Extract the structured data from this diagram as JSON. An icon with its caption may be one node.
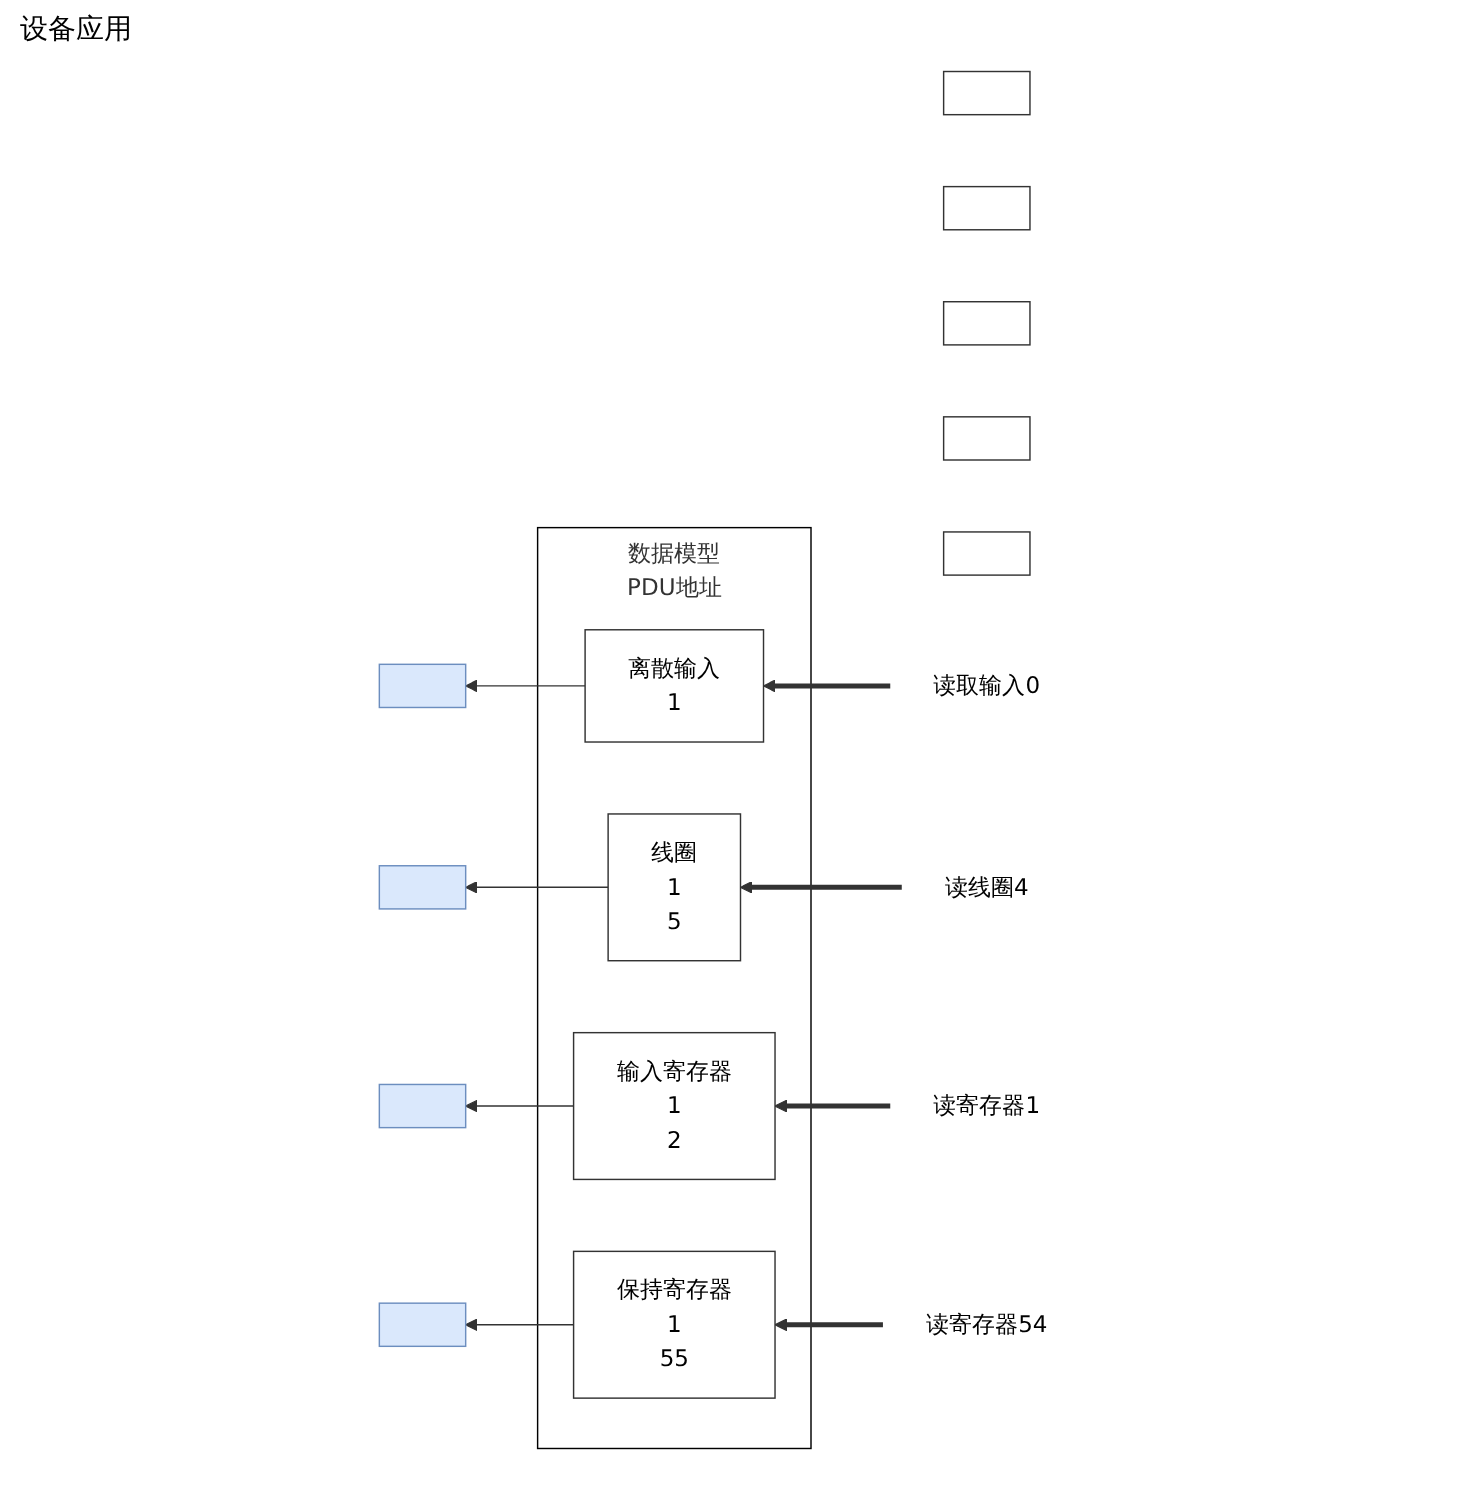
{
  "diagram": {
    "nodes": [
      {
        "text": [],
        "shape": "box"
      },
      {
        "text": [],
        "shape": "box"
      },
      {
        "text": [],
        "shape": "box"
      },
      {
        "text": [],
        "shape": "box"
      },
      {
        "text": [],
        "shape": "box"
      },
      {
        "text": [],
        "shape": "box"
      },
      {
        "text": [],
        "shape": "box"
      },
      {
        "text": [],
        "shape": "box"
      },
      {
        "text": [],
        "shape": "box"
      },
      {
        "text": [
          "数据模型",
          "PDU地址"
        ]
      },
      {
        "text": [
          "离散输入",
          "1"
        ],
        "in": 9
      },
      {
        "text": [
          "线圈",
          "1",
          "5"
        ],
        "in": 9
      },
      {
        "text": [
          "输入寄存器",
          "1",
          "2"
        ],
        "in": 9
      },
      {
        "text": [
          "保持寄存器",
          "1",
          "55"
        ],
        "in": 9
      },
      {
        "text": [
          "读取输入0"
        ]
      },
      {
        "text": [
          "读线圈4"
        ]
      },
      {
        "text": [
          "读寄存器1"
        ]
      },
      {
        "text": [
          "读寄存器54"
        ]
      }
    ],
    "edges": [
      {
        "from": 10,
        "to": 1,
        "arrow": "to"
      },
      {
        "from": 11,
        "to": 3,
        "arrow": "to"
      },
      {
        "from": 12,
        "to": 5,
        "arrow": "to"
      },
      {
        "from": 13,
        "to": 7,
        "arrow": "to"
      },
      {
        "from": 14,
        "to": 10,
        "arrow": "to",
        "style": "thick"
      },
      {
        "from": 15,
        "to": 11,
        "arrow": "to",
        "style": "thick"
      },
      {
        "from": 16,
        "to": 12,
        "arrow": "to",
        "style": "thick"
      },
      {
        "from": 17,
        "to": 13,
        "arrow": "to",
        "style": "thick"
      }
    ],
    "labels": [
      "设备应用"
    ]
  }
}
